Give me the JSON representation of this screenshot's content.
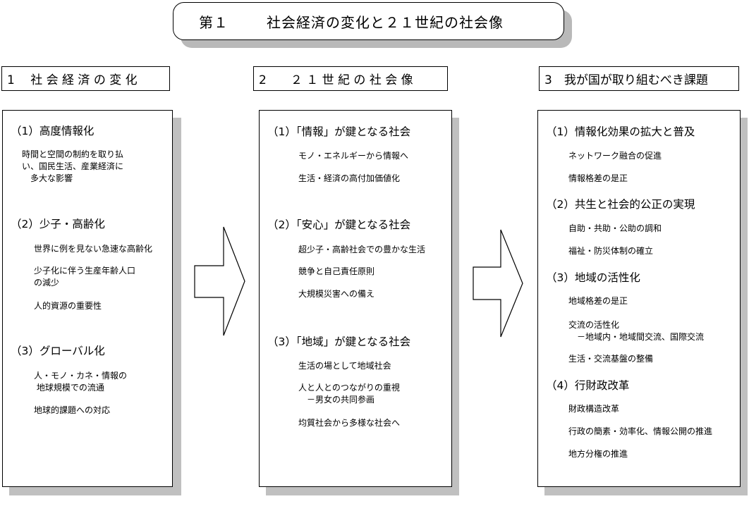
{
  "title": {
    "number": "第１",
    "text": "社会経済の変化と２１世紀の社会像"
  },
  "columns": [
    {
      "header": "1　 社 会 経 済 の 変 化",
      "sections": [
        {
          "heading": "（1）高度情報化",
          "items": [
            "時間と空間の制約を取り払\nい、国民生活、産業経済に\n　多大な影響"
          ]
        },
        {
          "heading": "（2）少子・高齢化",
          "items": [
            "世界に例を見ない急速な高齢化",
            "少子化に伴う生産年齢人口\nの減少",
            "人的資源の重要性"
          ]
        },
        {
          "heading": "（3）グローバル化",
          "items": [
            "人・モノ・カネ・情報の\n 地球規模での流通",
            "地球的課題への対応"
          ]
        }
      ]
    },
    {
      "header": "2　　２ １ 世 紀 の 社 会 像",
      "sections": [
        {
          "heading": "（1）「情報」が鍵となる社会",
          "items": [
            "モノ・エネルギーから情報へ",
            "生活・経済の高付加価値化"
          ]
        },
        {
          "heading": "（2）「安心」が鍵となる社会",
          "items": [
            "超少子・高齢社会での豊かな生活",
            "競争と自己責任原則",
            "大規模災害への備え"
          ]
        },
        {
          "heading": "（3）「地域」が鍵となる社会",
          "items": [
            "生活の場として地域社会",
            "人と人とのつながりの重視\n　－男女の共同参画",
            "均質社会から多様な社会へ"
          ]
        }
      ]
    },
    {
      "header": "3　我が国が取り組むべき課題",
      "sections": [
        {
          "heading": "（1）情報化効果の拡大と普及",
          "items": [
            "ネットワーク融合の促進",
            "情報格差の是正"
          ]
        },
        {
          "heading": "（2）共生と社会的公正の実現",
          "items": [
            "自助・共助・公助の調和",
            "福祉・防災体制の確立"
          ]
        },
        {
          "heading": "（3）地域の活性化",
          "items": [
            "地域格差の是正",
            "交流の活性化\n　－地域内・地域間交流、国際交流",
            "生活・交流基盤の整備"
          ]
        },
        {
          "heading": "（4）行財政改革",
          "items": [
            "財政構造改革",
            "行政の簡素・効率化、情報公開の推進",
            "地方分権の推進"
          ]
        }
      ]
    }
  ]
}
